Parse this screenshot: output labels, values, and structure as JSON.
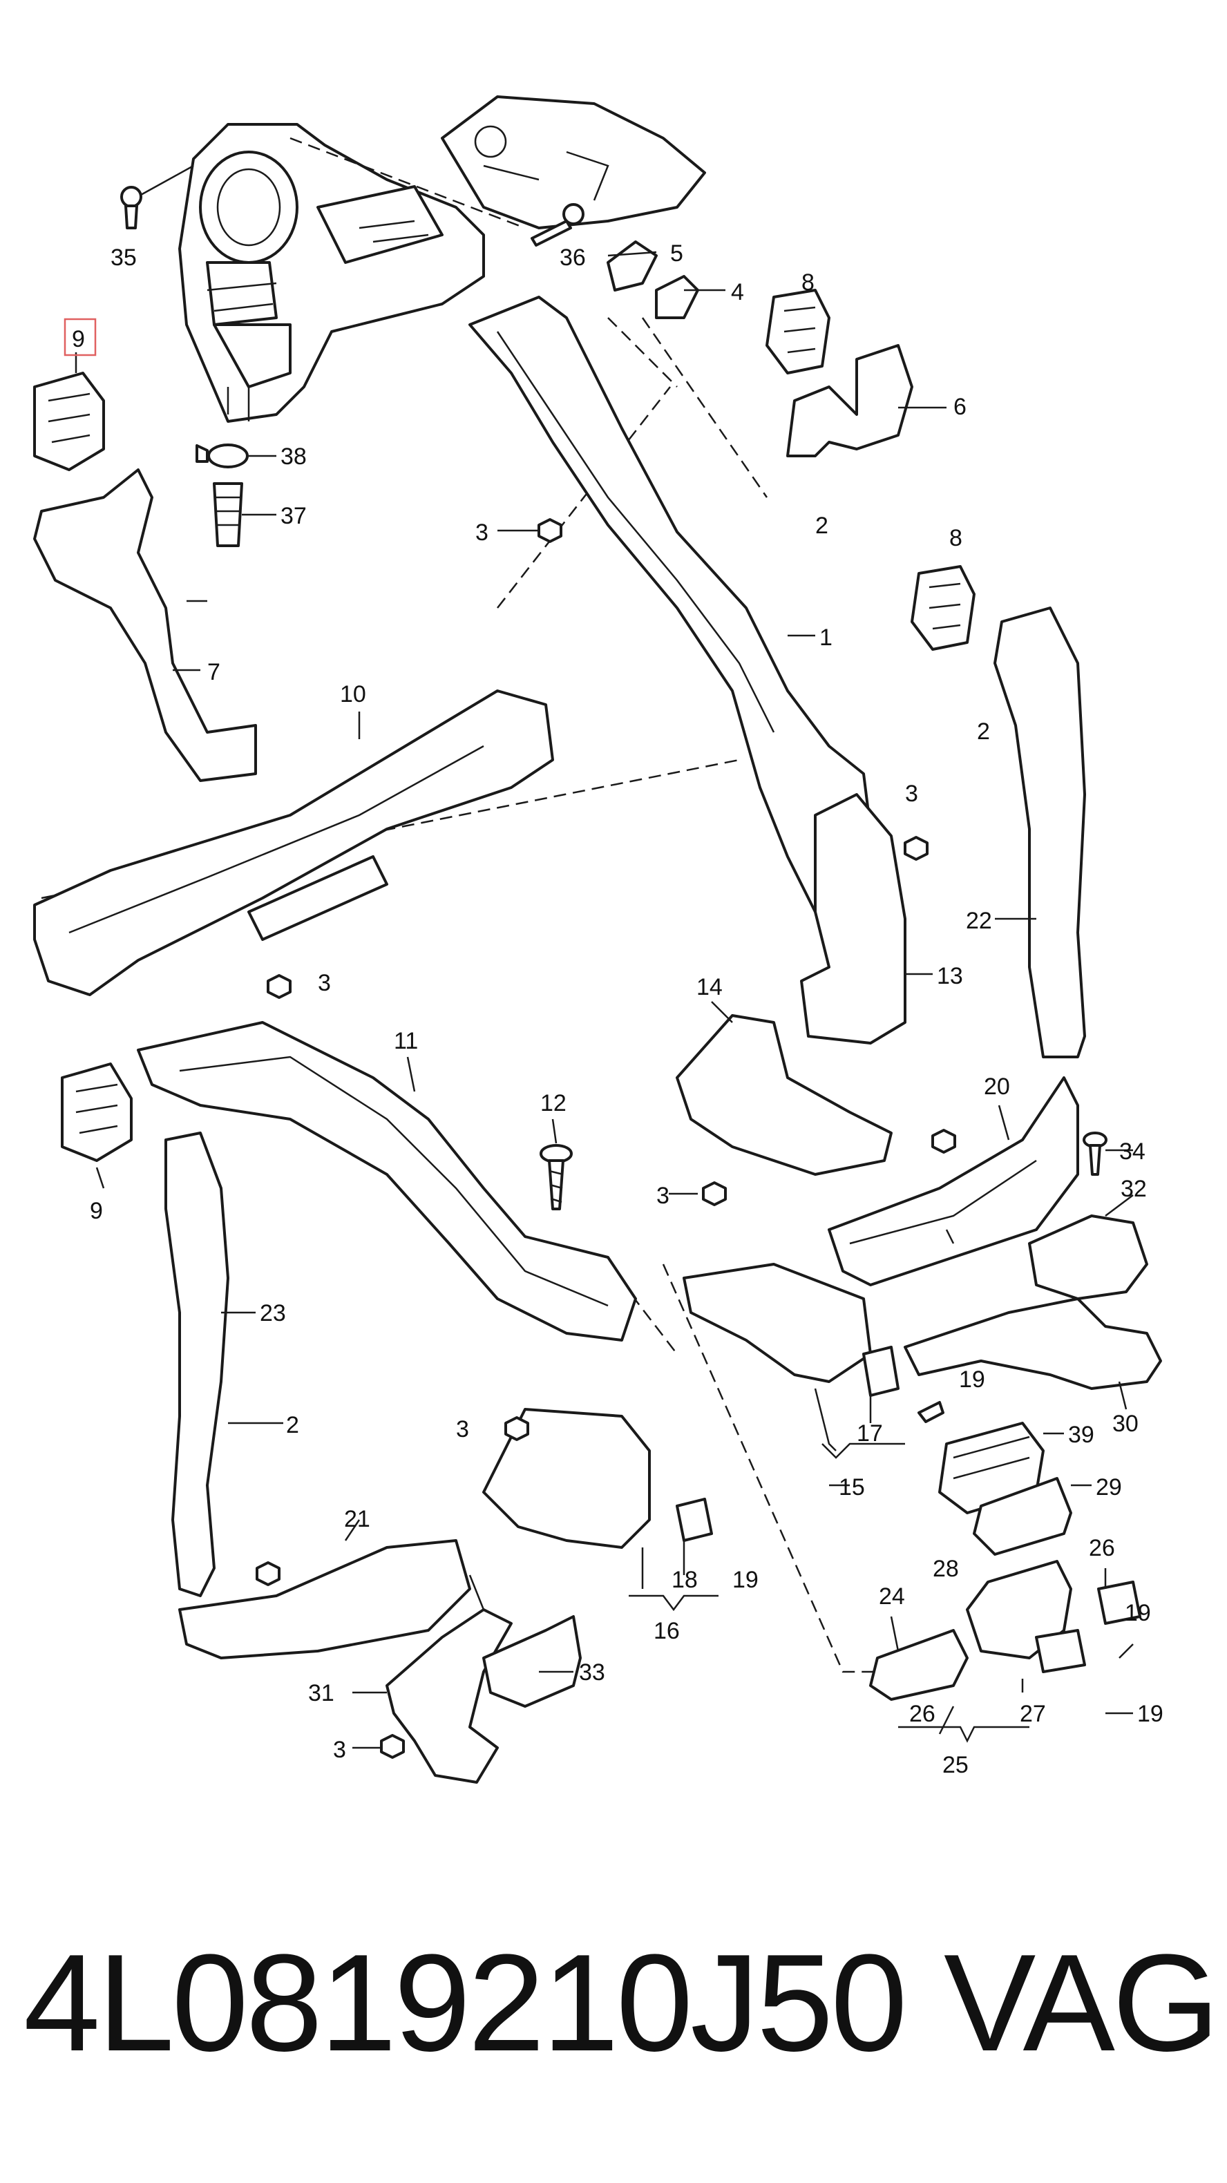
{
  "diagram": {
    "callouts": [
      "35",
      "36",
      "5",
      "4",
      "8",
      "6",
      "9",
      "38",
      "37",
      "3",
      "2",
      "7",
      "1",
      "10",
      "2",
      "3",
      "13",
      "14",
      "22",
      "8",
      "12",
      "11",
      "3",
      "9",
      "23",
      "3",
      "20",
      "34",
      "32",
      "30",
      "19",
      "17",
      "15",
      "39",
      "29",
      "2",
      "3",
      "21",
      "18",
      "19",
      "16",
      "28",
      "24",
      "26",
      "19",
      "26",
      "27",
      "19",
      "25",
      "33",
      "31",
      "3"
    ],
    "highlight": "9"
  },
  "footer": {
    "part_number": "4L0819210J50",
    "brand": "VAG"
  }
}
